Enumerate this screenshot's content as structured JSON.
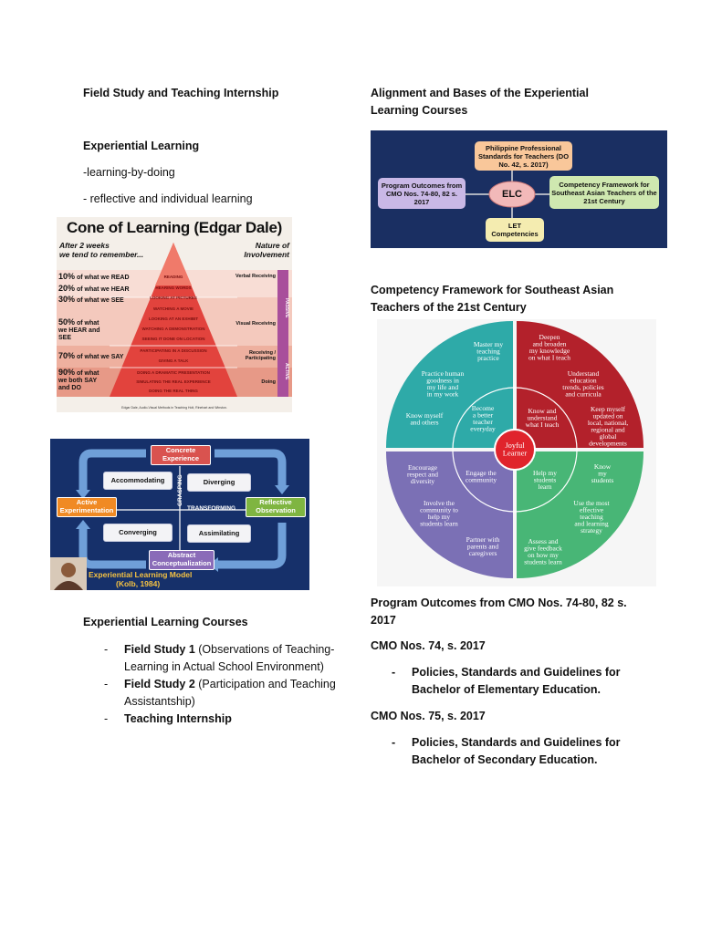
{
  "left": {
    "title": "Field Study and Teaching Internship",
    "el_heading": "Experiential Learning",
    "el_line1": "-learning-by-doing",
    "el_line2": "- reflective and individual learning",
    "courses_heading": "Experiential Learning Courses",
    "courses": [
      {
        "bullet": "-",
        "name": "Field Study 1",
        "detail": " (Observations of Teaching-",
        "detail2": "Learning in Actual School Environment)"
      },
      {
        "bullet": "-",
        "name": "Field Study 2",
        "detail": " (Participation and Teaching",
        "detail2": "Assistantship)"
      },
      {
        "bullet": "-",
        "name": "Teaching Internship",
        "detail": "",
        "detail2": ""
      }
    ]
  },
  "cone": {
    "title": "Cone of Learning (Edgar Dale)",
    "left_header": [
      "After 2 weeks",
      "we tend to remember..."
    ],
    "right_header": [
      "Nature of",
      "Involvement"
    ],
    "percents": [
      {
        "pct": "10%",
        "text": "of what we READ"
      },
      {
        "pct": "20%",
        "text": "of what we HEAR"
      },
      {
        "pct": "30%",
        "text": "of what we SEE"
      },
      {
        "pct": "50%",
        "text": "of what we HEAR and SEE"
      },
      {
        "pct": "70%",
        "text": "of what we SAY"
      },
      {
        "pct": "90%",
        "text": "of what we both SAY and DO"
      }
    ],
    "levels": [
      "READING",
      "HEARING WORDS",
      "LOOKING AT PICTURES",
      "WATCHING A MOVIE",
      "LOOKING AT AN EXHIBIT",
      "WATCHING A DEMONSTRATION",
      "SEEING IT DONE ON LOCATION",
      "PARTICIPATING IN A DISCUSSION",
      "GIVING A TALK",
      "DOING A DRAMATIC PRESENTATION",
      "SIMULATING THE REAL EXPERIENCE",
      "DOING THE REAL THING"
    ],
    "natures": [
      "Verbal Receiving",
      "Visual Receiving",
      "Receiving / Participating",
      "Doing"
    ],
    "side_passive": "PASSIVE",
    "side_active": "ACTIVE",
    "source": "Edgar Dale, Audio-Visual Methods in Teaching Holt, Rinehart and Winston."
  },
  "kolb": {
    "concrete": "Concrete Experience",
    "reflective": "Reflective Observation",
    "abstract": "Abstract Conceptualization",
    "active": "Active Experimentation",
    "accommodating": "Accommodating",
    "diverging": "Diverging",
    "converging": "Converging",
    "assimilating": "Assimilating",
    "grasping": "GRASPING",
    "transforming": "TRANSFORMING",
    "caption1": "Experiential Learning Model",
    "caption2": "(Kolb, 1984)"
  },
  "right": {
    "alignment_title": "Alignment and Bases of the Experiential",
    "alignment_title2": "Learning Courses",
    "cf_title": "Competency Framework for Southeast Asian",
    "cf_title2": "Teachers of the 21st Century",
    "po_title": "Program Outcomes from CMO Nos. 74-80, 82 s.",
    "po_title2": "2017",
    "cmo74": "CMO Nos. 74, s. 2017",
    "cmo74_item": "Policies, Standards and Guidelines for",
    "cmo74_item2": "Bachelor of Elementary Education.",
    "cmo75": "CMO Nos. 75, s. 2017",
    "cmo75_item": "Policies, Standards and Guidelines for",
    "cmo75_item2": "Bachelor of Secondary Education.",
    "dash": "-"
  },
  "elc": {
    "center": "ELC",
    "top": "Philippine Professional Standards for Teachers (DO No. 42, s. 2017)",
    "left": "Program Outcomes from CMO Nos. 74-80, 82 s. 2017",
    "right": "Competency Framework for Southeast Asian Teachers of the 21st Century",
    "bottom": "LET Competencies",
    "colors": {
      "top": "#f9c79a",
      "left": "#c9b8e6",
      "right": "#cfe8b0",
      "bottom": "#f4ecb0",
      "center": "#f2b9b9"
    }
  },
  "circle": {
    "center": [
      "Joyful",
      "Learner"
    ],
    "colors": {
      "teal": "#2eaaa8",
      "red": "#b3212b",
      "purple": "#7b70b5",
      "green": "#48b676"
    },
    "q1_outer": [
      [
        "Master my",
        "teaching",
        "practice"
      ],
      [
        "Practice human",
        "goodness in",
        "my life and",
        "in my work"
      ],
      [
        "Know myself",
        "and others"
      ]
    ],
    "q1_inner": [
      "Become",
      "a better",
      "teacher",
      "everyday"
    ],
    "q2_outer": [
      [
        "Deepen",
        "and broaden",
        "my knowledge",
        "on what I teach"
      ],
      [
        "Understand",
        "education",
        "trends, policies",
        "and curricula"
      ],
      [
        "Keep myself",
        "updated on",
        "local, national,",
        "regional and",
        "global",
        "developments"
      ]
    ],
    "q2_inner": [
      "Know and",
      "understand",
      "what I teach"
    ],
    "q3_outer": [
      [
        "Encourage",
        "respect and",
        "diversity"
      ],
      [
        "Involve the",
        "community to",
        "help my",
        "students learn"
      ],
      [
        "Partner with",
        "parents and",
        "caregivers"
      ]
    ],
    "q3_inner": [
      "Engage the",
      "community"
    ],
    "q4_outer": [
      [
        "Know",
        "my",
        "students"
      ],
      [
        "Use the most",
        "effective",
        "teaching",
        "and learning",
        "strategy"
      ],
      [
        "Assess and",
        "give feedback",
        "on how my",
        "students learn"
      ]
    ],
    "q4_inner": [
      "Help my",
      "students",
      "learn"
    ]
  }
}
